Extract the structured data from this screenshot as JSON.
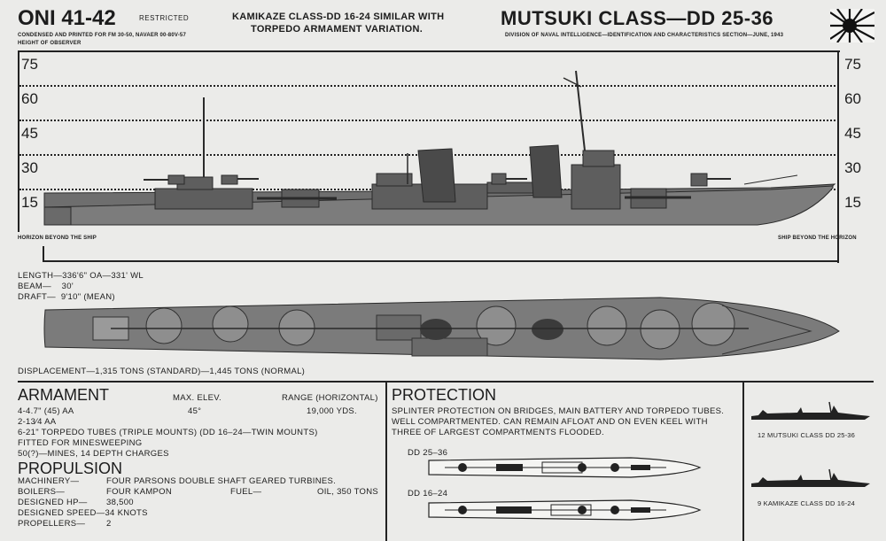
{
  "header": {
    "oni": "ONI 41-42",
    "restricted": "RESTRICTED",
    "condensed": "CONDENSED AND PRINTED FOR FM 30-50, NAVAER 00-80V-57",
    "height_of_observer": "HEIGHT OF OBSERVER",
    "subtitle_line1": "KAMIKAZE CLASS-DD 16-24 SIMILAR WITH",
    "subtitle_line2": "TORPEDO ARMAMENT VARIATION.",
    "class_title": "MUTSUKI CLASS—DD 25-36",
    "division": "DIVISION OF NAVAL INTELLIGENCE—IDENTIFICATION AND CHARACTERISTICS SECTION—JUNE, 1943",
    "flag_icon": "rising-sun-flag-icon"
  },
  "profile": {
    "scale_labels": [
      "75",
      "60",
      "45",
      "30",
      "15"
    ],
    "horizon_beyond": "HORIZON BEYOND THE SHIP",
    "ship_beyond": "SHIP BEYOND THE HORIZON"
  },
  "dimensions": {
    "length": "LENGTH—336'6\" OA—331' WL",
    "beam": "BEAM—    30'",
    "draft": "DRAFT—  9'10\" (MEAN)",
    "displacement": "DISPLACEMENT—1,315 TONS (STANDARD)—1,445 TONS (NORMAL)"
  },
  "armament": {
    "heading": "ARMAMENT",
    "col_elev": "MAX. ELEV.",
    "col_range": "RANGE (HORIZONTAL)",
    "row1_weapon": "4-4.7\" (45) AA",
    "row1_elev": "45°",
    "row1_range": "19,000 YDS.",
    "row2": "2-13⁄4 AA",
    "row3": "6-21\" TORPEDO TUBES (TRIPLE MOUNTS)  (DD 16–24—TWIN MOUNTS)",
    "row4": "FITTED FOR MINESWEEPING",
    "row5": "50(?)—MINES, 14 DEPTH CHARGES"
  },
  "propulsion": {
    "heading": "PROPULSION",
    "machinery_label": "MACHINERY—",
    "machinery_value": "FOUR PARSONS DOUBLE SHAFT GEARED TURBINES.",
    "boilers_label": "BOILERS—",
    "boilers_value": "FOUR KAMPON",
    "fuel_label": "FUEL—",
    "fuel_value": "OIL, 350 TONS",
    "hp_label": "DESIGNED HP—",
    "hp_value": "38,500",
    "speed": "DESIGNED SPEED—34 KNOTS",
    "propellers_label": "PROPELLERS—",
    "propellers_value": "2"
  },
  "protection": {
    "heading": "PROTECTION",
    "text_line1": "SPLINTER PROTECTION ON BRIDGES, MAIN BATTERY AND TORPEDO TUBES.",
    "text_line2": "WELL COMPARTMENTED. CAN REMAIN AFLOAT AND ON EVEN KEEL WITH",
    "text_line3": "THREE OF LARGEST COMPARTMENTS FLOODED.",
    "dd_a": "DD 25–36",
    "dd_b": "DD 16–24"
  },
  "silhouettes": {
    "mutsuki": "12 MUTSUKI CLASS DD 25-36",
    "kamikaze": "9 KAMIKAZE CLASS DD 16-24"
  }
}
